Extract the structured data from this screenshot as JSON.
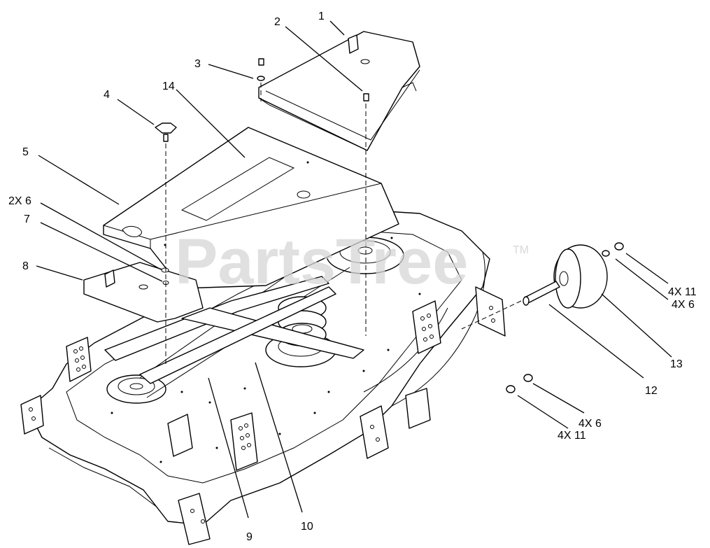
{
  "watermark": {
    "brand": "PartsTree",
    "trademark": "TM"
  },
  "callouts": [
    {
      "id": "c1",
      "label": "1"
    },
    {
      "id": "c2",
      "label": "2"
    },
    {
      "id": "c3",
      "label": "3"
    },
    {
      "id": "c4",
      "label": "4"
    },
    {
      "id": "c14",
      "label": "14"
    },
    {
      "id": "c5",
      "label": "5"
    },
    {
      "id": "c2x6",
      "label": "2X 6"
    },
    {
      "id": "c7",
      "label": "7"
    },
    {
      "id": "c8",
      "label": "8"
    },
    {
      "id": "c4x11a",
      "label": "4X 11"
    },
    {
      "id": "c4x6a",
      "label": "4X 6"
    },
    {
      "id": "c13",
      "label": "13"
    },
    {
      "id": "c12",
      "label": "12"
    },
    {
      "id": "c4x6b",
      "label": "4X 6"
    },
    {
      "id": "c4x11b",
      "label": "4X 11"
    },
    {
      "id": "c9",
      "label": "9"
    },
    {
      "id": "c10",
      "label": "10"
    }
  ]
}
